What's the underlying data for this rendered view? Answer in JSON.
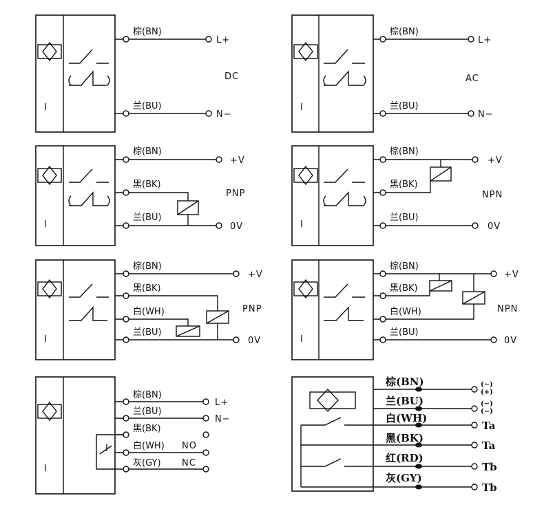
{
  "d1": {
    "wire1": "棕(BN)",
    "wire2": "兰(BU)",
    "term1": "L+",
    "term2": "N−",
    "type": "DC"
  },
  "d2": {
    "wire1": "棕(BN)",
    "wire2": "兰(BU)",
    "term1": "L+",
    "term2": "N−",
    "type": "AC"
  },
  "d3": {
    "wire1": "棕(BN)",
    "wire2": "黑(BK)",
    "wire3": "兰(BU)",
    "term1": "+V",
    "term2": "0V",
    "type": "PNP"
  },
  "d4": {
    "wire1": "棕(BN)",
    "wire2": "黑(BK)",
    "wire3": "兰(BU)",
    "term1": "+V",
    "term2": "0V",
    "type": "NPN"
  },
  "d5": {
    "wire1": "棕(BN)",
    "wire2": "黑(BK)",
    "wire3": "白(WH)",
    "wire4": "兰(BU)",
    "term1": "+V",
    "term2": "0V",
    "type": "PNP"
  },
  "d6": {
    "wire1": "棕(BN)",
    "wire2": "黑(BK)",
    "wire3": "白(WH)",
    "wire4": "兰(BU)",
    "term1": "+V",
    "term2": "0V",
    "type": "NPN"
  },
  "d7": {
    "wire1": "棕(BN)",
    "wire2": "兰(BU)",
    "wire3": "黑(BK)",
    "wire4": "白(WH)",
    "wire5": "灰(GY)",
    "term1": "L+",
    "term2": "N−",
    "no": "NO",
    "nc": "NC"
  },
  "d8": {
    "wire1": "棕(BN)",
    "wire2": "兰(BU)",
    "wire3": "白(WH)",
    "wire4": "黑(BK)",
    "wire5": "红(RD)",
    "wire6": "灰(GY)",
    "term1": "(~)",
    "term1b": "(+)",
    "term2": "(~)",
    "term2b": "(−)",
    "term3": "Ta",
    "term4": "Ta",
    "term5": "Tb",
    "term6": "Tb"
  },
  "sensor_label": "I"
}
